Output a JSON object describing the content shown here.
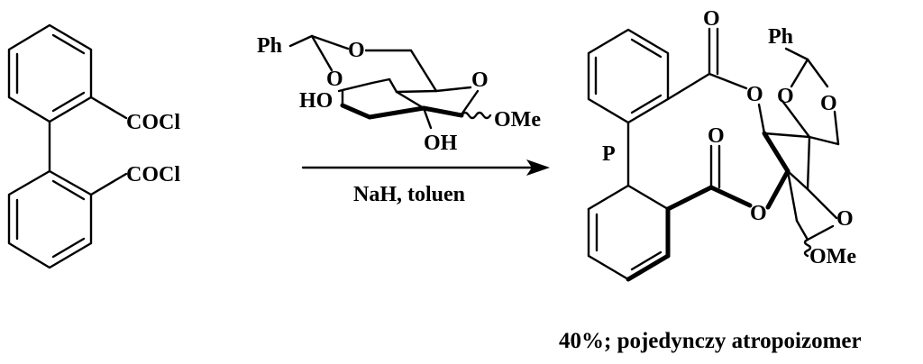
{
  "reactant": {
    "top_substituent": "COCl",
    "bottom_substituent": "COCl"
  },
  "reagent_sugar": {
    "phenyl": "Ph",
    "ring_o_top": "O",
    "ring_o_right": "O",
    "hydroxyl_left": "HO",
    "hydroxyl_bottom": "OH",
    "methoxy": "OMe"
  },
  "conditions": "NaH, toluen",
  "product": {
    "carbonyl_o_top": "O",
    "carbonyl_o_bottom": "O",
    "ester_o_top": "O",
    "ester_o_bottom": "O",
    "phenyl": "Ph",
    "acetal_o_left": "O",
    "acetal_o_right": "O",
    "ring_o": "O",
    "methoxy": "OMe",
    "chirality_label": "P"
  },
  "yield_note": "40%; pojedynczy atropoizomer"
}
